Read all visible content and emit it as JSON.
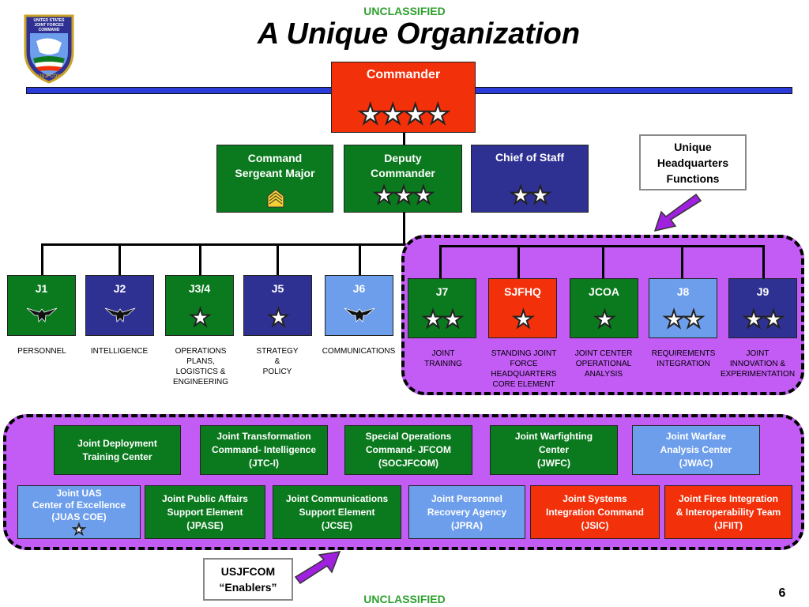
{
  "header": {
    "classification_top": "UNCLASSIFIED",
    "title": "A Unique Organization",
    "classification_bottom": "UNCLASSIFIED",
    "page_number": "6"
  },
  "seal": {
    "text_top": "UNITED STATES JOINT FORCES COMMAND",
    "text_bottom": "USJFCOM"
  },
  "colors": {
    "green": "#0b7a1e",
    "navy": "#2e3192",
    "red": "#f2300a",
    "light_blue": "#6d9eeb",
    "purple": "#c25cf5",
    "bar_blue": "#2a3bd8",
    "classification": "#2ea02e"
  },
  "commander": {
    "label": "Commander",
    "stars": "★★★★"
  },
  "top_staff": [
    {
      "label": "Command\nSergeant Major",
      "insignia": "sergeant-major-chevron-icon"
    },
    {
      "label": "Deputy\nCommander",
      "stars": "★★★"
    },
    {
      "label": "Chief of Staff",
      "stars": "★★"
    }
  ],
  "callout_top": "Unique\nHeadquarters\nFunctions",
  "directorates": [
    {
      "code": "J1",
      "insignia": "eagle-icon",
      "label": "PERSONNEL"
    },
    {
      "code": "J2",
      "insignia": "eagle-icon",
      "label": "INTELLIGENCE"
    },
    {
      "code": "J3/4",
      "stars": "★",
      "label": "OPERATIONS\nPLANS,\nLOGISTICS &\nENGINEERING"
    },
    {
      "code": "J5",
      "stars": "★",
      "label": "STRATEGY\n&\nPOLICY"
    },
    {
      "code": "J6",
      "insignia": "eagle-icon",
      "label": "COMMUNICATIONS"
    },
    {
      "code": "J7",
      "stars": "★★",
      "label": "JOINT\nTRAINING"
    },
    {
      "code": "SJFHQ",
      "stars": "★",
      "label": "STANDING JOINT\nFORCE\nHEADQUARTERS\nCORE ELEMENT"
    },
    {
      "code": "JCOA",
      "stars": "★",
      "label": "JOINT CENTER\nOPERATIONAL\nANALYSIS"
    },
    {
      "code": "J8",
      "stars": "★★",
      "label": "REQUIREMENTS\nINTEGRATION"
    },
    {
      "code": "J9",
      "stars": "★★",
      "label": "JOINT\nINNOVATION &\nEXPERIMENTATION"
    }
  ],
  "enablers": [
    {
      "label": "Joint Deployment\nTraining Center"
    },
    {
      "label": "Joint Transformation\nCommand- Intelligence\n(JTC-I)"
    },
    {
      "label": "Special Operations\nCommand- JFCOM\n(SOCJFCOM)"
    },
    {
      "label": "Joint Warfighting\nCenter\n(JWFC)"
    },
    {
      "label": "Joint Warfare\nAnalysis Center\n(JWAC)"
    },
    {
      "label": "Joint UAS\nCenter of Excellence\n(JUAS COE)",
      "stars": "★"
    },
    {
      "label": "Joint Public Affairs\nSupport Element\n(JPASE)"
    },
    {
      "label": "Joint Communications\nSupport Element\n(JCSE)"
    },
    {
      "label": "Joint Personnel\nRecovery Agency\n(JPRA)"
    },
    {
      "label": "Joint Systems\nIntegration Command\n(JSIC)"
    },
    {
      "label": "Joint Fires Integration\n& Interoperability Team\n(JFIIT)"
    }
  ],
  "callout_bottom": "USJFCOM\n“Enablers”"
}
